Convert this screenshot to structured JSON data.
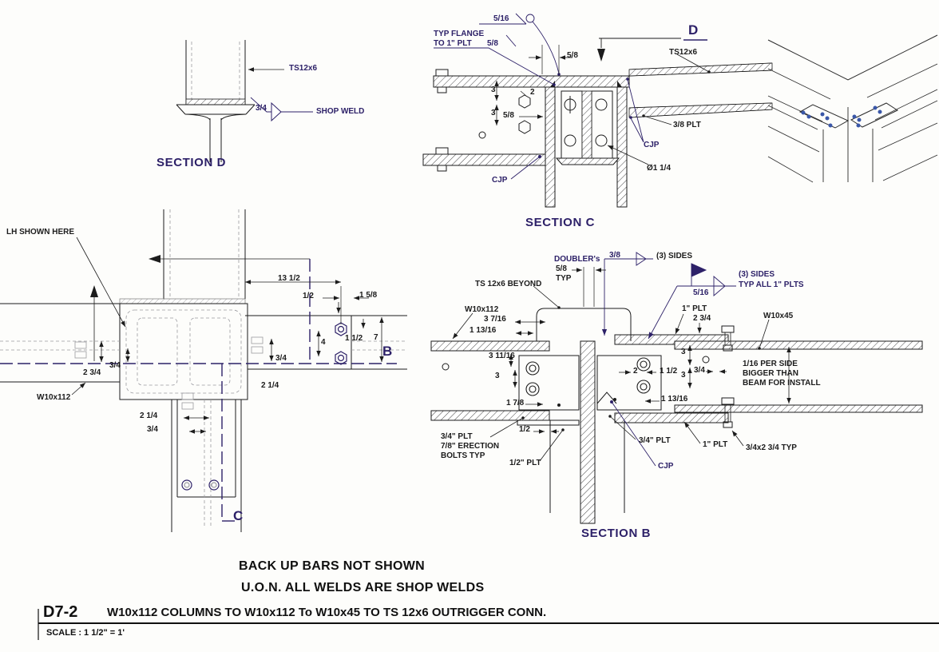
{
  "colors": {
    "ink": "#1c1c1c",
    "annotation": "#2d2168",
    "hidden": "#9a9aa0",
    "bolt_blue": "#3a57a8"
  },
  "section_d": {
    "title": "SECTION D",
    "member_label": "TS12x6",
    "weld_size": "3/4",
    "weld_note": "SHOP WELD"
  },
  "section_c": {
    "title": "SECTION C",
    "cut_marker": "D",
    "weld_all_around": "5/16",
    "flange_note_1": "TYP FLANGE",
    "flange_note_2": "TO 1\" PLT",
    "flange_weld": "5/8",
    "dim_gap": "5/8",
    "member_label": "TS12x6",
    "plate_label": "3/8 PLT",
    "cjp_right": "CJP",
    "cjp_left": "CJP",
    "hole_dia": "Ø1 1/4",
    "dim_3_top": "3",
    "dim_2": "2",
    "dim_3_bot": "3",
    "dim_58": "5/8"
  },
  "plan": {
    "note_lh": "LH SHOWN HERE",
    "beam_label": "W10x112",
    "cut_marker_b": "B",
    "cut_marker_c": "C",
    "dim_13_12": "13 1/2",
    "dim_12": "1/2",
    "dim_1_58": "1 5/8",
    "dim_4": "4",
    "dim_1_12": "1 1/2",
    "dim_7": "7",
    "dim_34_mid": "3/4",
    "dim_2_34": "2 3/4",
    "dim_34_left": "3/4",
    "dim_2_14_mid": "2 1/4",
    "dim_2_14_low": "2 1/4",
    "dim_34_low": "3/4"
  },
  "section_b": {
    "title": "SECTION B",
    "doubler_1": "DOUBLER's",
    "doubler_2": "5/8",
    "doubler_3": "TYP",
    "weld_38": "3/8",
    "sides_note_1": "(3) SIDES",
    "field_weld": "5/16",
    "sides_note_2": "(3) SIDES",
    "sides_note_2b": "TYP ALL 1\" PLTS",
    "ts_beyond": "TS 12x6 BEYOND",
    "beam_left": "W10x112",
    "dim_3_716": "3 7/16",
    "dim_1_1316_top": "1 13/16",
    "plate_1_top": "1\" PLT",
    "dim_2_34": "2 3/4",
    "beam_right": "W10x45",
    "dim_3_1116": "3 11/16",
    "dim_3_left": "3",
    "dim_1_78": "1 7/8",
    "dim_12": "1/2",
    "dim_2": "2",
    "dim_1_12": "1 1/2",
    "dim_3_r1": "3",
    "dim_3_r2": "3",
    "dim_34": "3/4",
    "install_note_1": "1/16 PER SIDE",
    "install_note_2": "BIGGER THAN",
    "install_note_3": "BEAM FOR INSTALL",
    "dim_1_1316_bot": "1 13/16",
    "erection_note_1": "3/4\" PLT",
    "erection_note_2": "7/8\" ERECTION",
    "erection_note_3": "BOLTS TYP",
    "plate_12": "1/2\" PLT",
    "plate_34": "3/4\" PLT",
    "cjp": "CJP",
    "plate_1_bot": "1\" PLT",
    "typ_dim": "3/4x2 3/4 TYP"
  },
  "notes": {
    "line_1": "BACK UP BARS NOT SHOWN",
    "line_2": "U.O.N. ALL WELDS ARE SHOP WELDS"
  },
  "title_block": {
    "detail_number": "D7-2",
    "title": "W10x112 COLUMNS TO W10x112 To W10x45 TO TS 12x6 OUTRIGGER CONN.",
    "scale_label": "SCALE :  1 1/2\" = 1'"
  }
}
